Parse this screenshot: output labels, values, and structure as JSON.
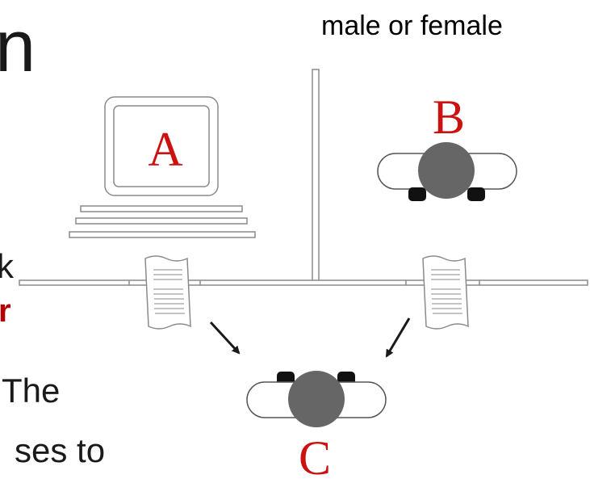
{
  "diagram": {
    "caption_top": "male or female",
    "labels": {
      "computer": "A",
      "human": "B",
      "interrogator": "C"
    },
    "label_color": "#cc1111",
    "slide_fragments": {
      "title_tail": "n",
      "line1_tail": "k",
      "line2_tail": "r",
      "line3_tail": "The",
      "line4_tail": "ses to"
    },
    "slide_red_color": "#b40000"
  }
}
